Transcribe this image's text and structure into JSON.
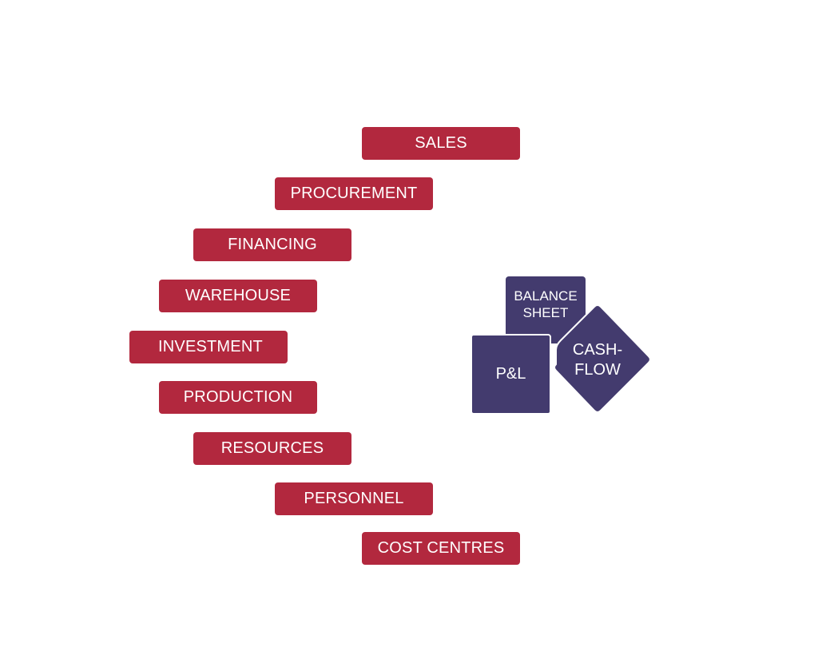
{
  "colors": {
    "module_fill": "#b2283e",
    "report_fill": "#433b6e",
    "report_border": "#ffffff"
  },
  "modules": [
    {
      "label": "SALES"
    },
    {
      "label": "PROCUREMENT"
    },
    {
      "label": "FINANCING"
    },
    {
      "label": "WAREHOUSE"
    },
    {
      "label": "INVESTMENT"
    },
    {
      "label": "PRODUCTION"
    },
    {
      "label": "RESOURCES"
    },
    {
      "label": "PERSONNEL"
    },
    {
      "label": "COST CENTRES"
    }
  ],
  "reports": {
    "balance_sheet": {
      "line1": "BALANCE",
      "line2": "SHEET"
    },
    "pl": {
      "label": "P&L"
    },
    "cashflow": {
      "line1": "CASH-",
      "line2": "FLOW"
    }
  }
}
